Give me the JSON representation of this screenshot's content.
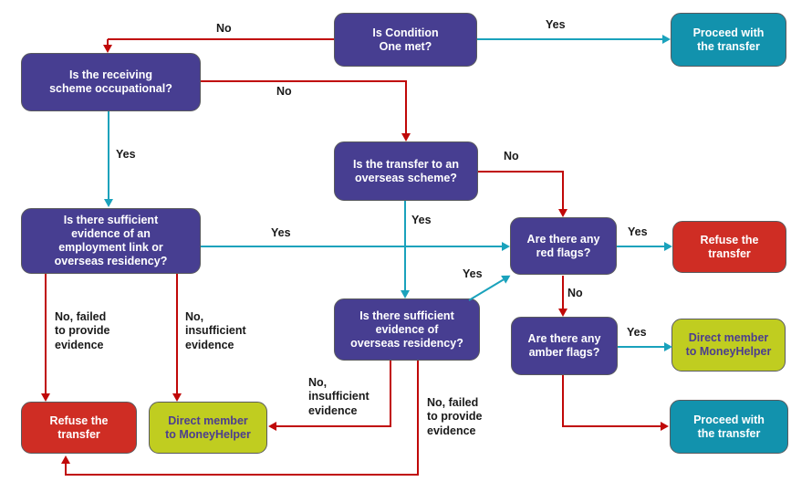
{
  "colors": {
    "decision_box": "#473e91",
    "proceed_box": "#1292ad",
    "refuse_box": "#cf2d24",
    "moneyhelper_box": "#c0cd20",
    "moneyhelper_text": "#4c3d8f",
    "red_arrow": "#c00808",
    "teal_arrow": "#1aa2bc"
  },
  "nodes": {
    "condition_one": {
      "label": "Is Condition\nOne met?"
    },
    "receiving_occupational": {
      "label": "Is the receiving\nscheme occupational?"
    },
    "overseas_scheme": {
      "label": "Is the transfer to an\noverseas scheme?"
    },
    "employment_link": {
      "label": "Is there sufficient\nevidence of an\nemployment link or\noverseas residency?"
    },
    "overseas_residency": {
      "label": "Is there sufficient\nevidence of\noverseas residency?"
    },
    "red_flags": {
      "label": "Are there any\nred flags?"
    },
    "amber_flags": {
      "label": "Are there any\namber flags?"
    },
    "proceed_top": {
      "label": "Proceed with\nthe transfer"
    },
    "refuse_right": {
      "label": "Refuse the\ntransfer"
    },
    "moneyhelper_right": {
      "label": "Direct member\nto MoneyHelper"
    },
    "proceed_bottom": {
      "label": "Proceed with\nthe transfer"
    },
    "refuse_bottom": {
      "label": "Refuse the\ntransfer"
    },
    "moneyhelper_bottom": {
      "label": "Direct member\nto MoneyHelper"
    }
  },
  "edge_labels": {
    "condition_yes": "Yes",
    "condition_no": "No",
    "receiving_no": "No",
    "receiving_yes": "Yes",
    "overseas_scheme_yes": "Yes",
    "overseas_scheme_no": "No",
    "employment_yes": "Yes",
    "red_flags_yes": "Yes",
    "red_flags_no": "No",
    "amber_flags_yes": "Yes",
    "residency_yes": "Yes",
    "employment_no_failed": "No, failed\nto provide\nevidence",
    "employment_no_insufficient": "No,\ninsufficient\nevidence",
    "residency_no_insufficient": "No,\ninsufficient\nevidence",
    "residency_no_failed": "No, failed\nto provide\nevidence"
  }
}
